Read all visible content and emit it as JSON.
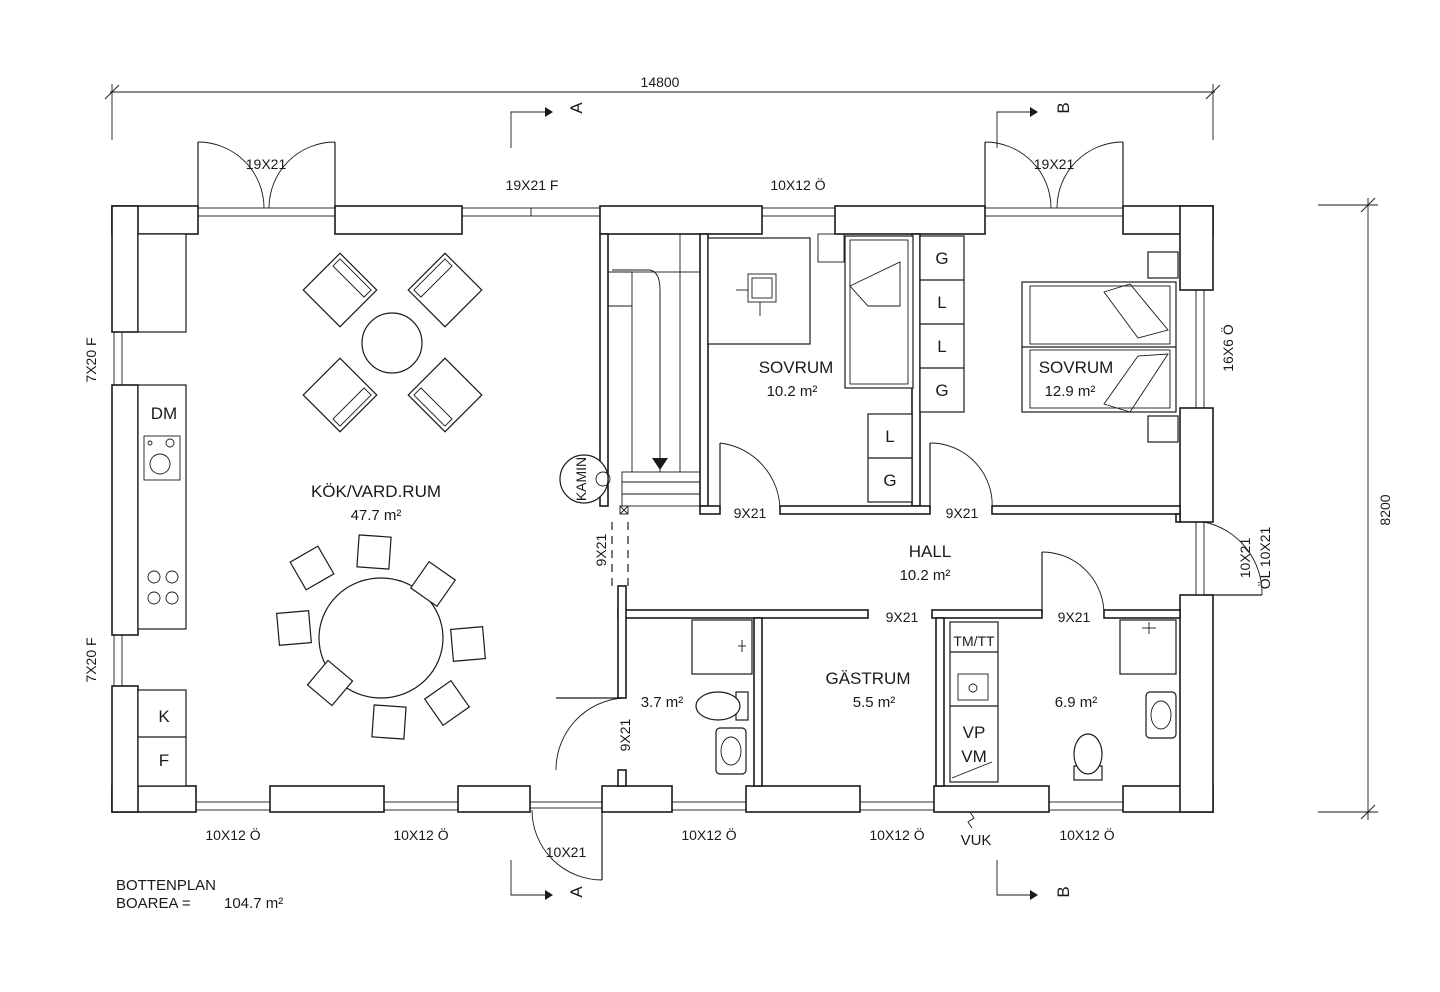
{
  "dimensions": {
    "width": "14800",
    "depth": "8200"
  },
  "sections": {
    "a_top": "A",
    "a_bottom": "A",
    "b_top": "B",
    "b_bottom": "B"
  },
  "rooms": {
    "kitchen_living": {
      "name": "KÖK/VARD.RUM",
      "area": "47.7 m²"
    },
    "bedroom1": {
      "name": "SOVRUM",
      "area": "10.2 m²"
    },
    "bedroom2": {
      "name": "SOVRUM",
      "area": "12.9 m²"
    },
    "hall": {
      "name": "HALL",
      "area": "10.2 m²"
    },
    "guestroom": {
      "name": "GÄSTRUM",
      "area": "5.5 m²"
    },
    "wc": {
      "area": "3.7 m²"
    },
    "bathroom": {
      "area": "6.9 m²"
    }
  },
  "openings": {
    "top_door_left": "19X21",
    "top_window_f": "19X21 F",
    "top_window_mid": "10X12 Ö",
    "top_door_right": "19X21",
    "left_window_upper": "7X20 F",
    "left_window_lower": "7X20 F",
    "right_window": "16X6 Ö",
    "right_door": "10X21",
    "right_door_ol": "ÖL 10X21",
    "bottom_windows": [
      "10X12 Ö",
      "10X12 Ö",
      "10X12 Ö",
      "10X12 Ö",
      "10X12 Ö"
    ],
    "entrance_door": "10X21",
    "vuk": "VUK",
    "door_bed1": "9X21",
    "door_bed2": "9X21",
    "door_kitchen_hall": "9X21",
    "door_guest": "9X21",
    "door_bath": "9X21",
    "door_wc": "9X21"
  },
  "fixtures": {
    "dm": "DM",
    "k": "K",
    "f": "F",
    "kamin": "KAMIN",
    "wardrobe_bed1": [
      "G",
      "L",
      "L",
      "G"
    ],
    "wardrobe_hall": [
      "L",
      "G"
    ],
    "tm_tt": "TM/TT",
    "vp": "VP",
    "vm": "VM"
  },
  "title": {
    "plan": "BOTTENPLAN",
    "area_label": "BOAREA =",
    "area_value": "104.7 m²"
  }
}
